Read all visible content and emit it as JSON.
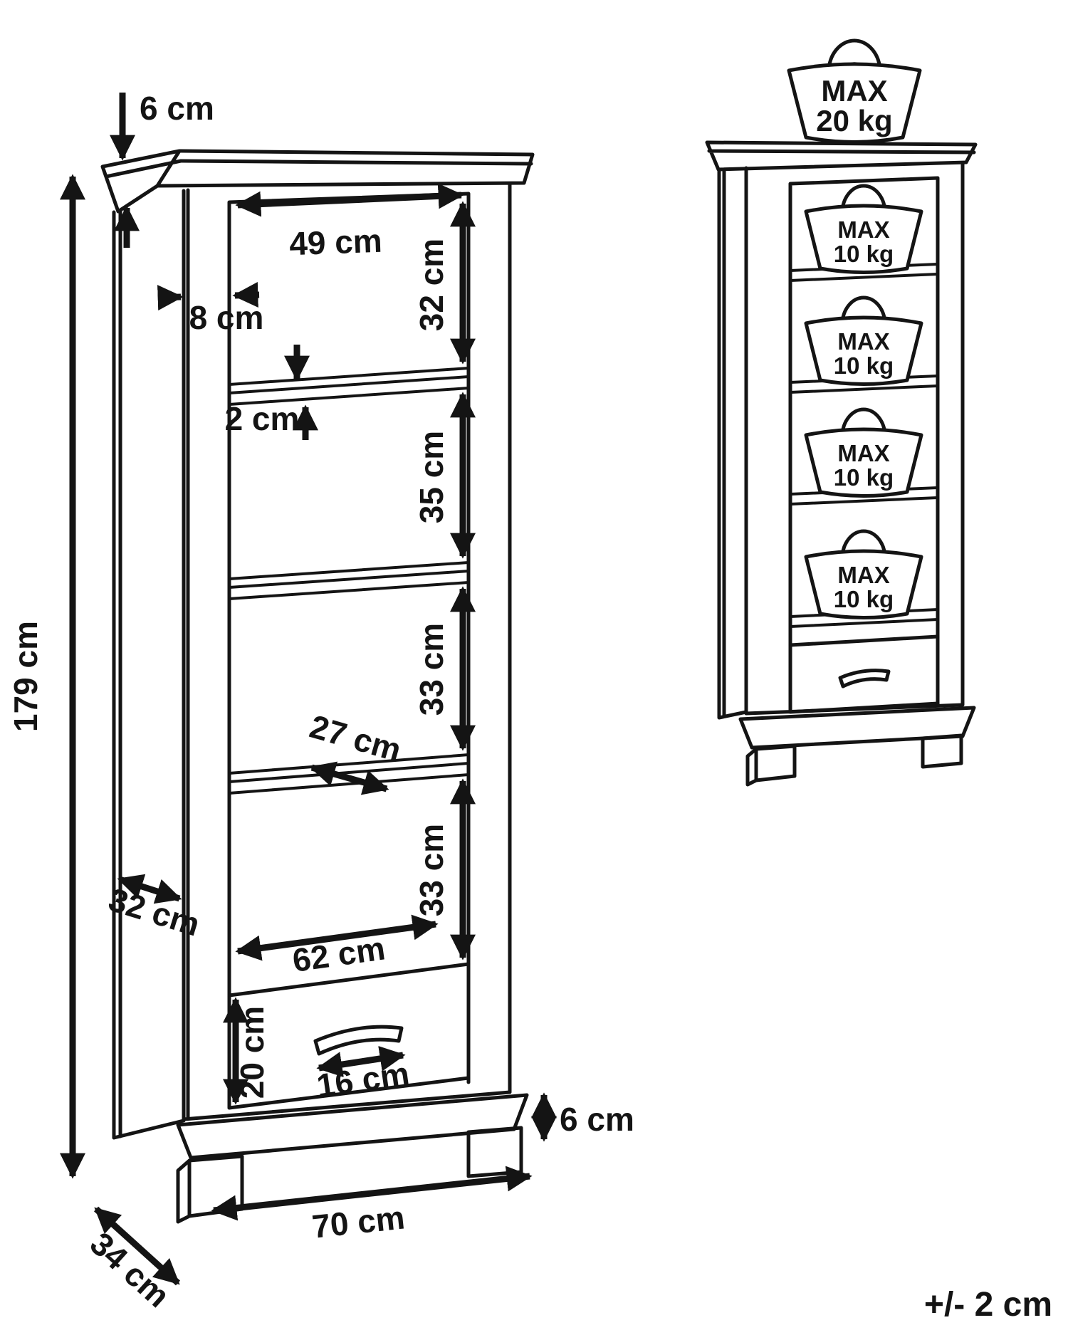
{
  "dimension_view": {
    "labels": {
      "cornice_height": "6 cm",
      "total_height": "179 cm",
      "inner_width": "49 cm",
      "side_frame_width": "8 cm",
      "compartment1_height": "32 cm",
      "shelf_thickness": "2 cm",
      "compartment2_height": "35 cm",
      "compartment3_height": "33 cm",
      "shelf_depth": "27 cm",
      "compartment4_height": "33 cm",
      "side_panel_depth": "32 cm",
      "drawer_width": "62 cm",
      "drawer_front_height": "20 cm",
      "handle_width": "16 cm",
      "plinth_height": "6 cm",
      "overall_width": "70 cm",
      "overall_depth": "34 cm"
    }
  },
  "load_view": {
    "top_load": {
      "line1": "MAX",
      "line2": "20 kg"
    },
    "shelf_loads": [
      {
        "line1": "MAX",
        "line2": "10 kg"
      },
      {
        "line1": "MAX",
        "line2": "10 kg"
      },
      {
        "line1": "MAX",
        "line2": "10 kg"
      },
      {
        "line1": "MAX",
        "line2": "10 kg"
      }
    ]
  },
  "footer": {
    "tolerance": "+/- 2 cm"
  }
}
